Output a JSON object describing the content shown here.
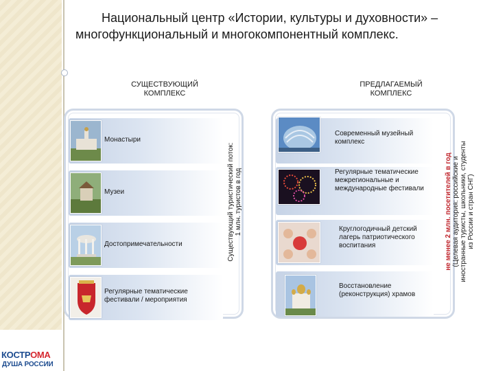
{
  "title": {
    "line1": "Национальный центр «Истории, культуры и духовности» –",
    "line2": "многофункциональный и многокомпонентный комплекс."
  },
  "left": {
    "heading": "СУЩЕСТВУЮЩИЙ КОМПЛЕКС",
    "items": [
      {
        "label": "Монастыри",
        "icon": "monastery-photo"
      },
      {
        "label": "Музеи",
        "icon": "museum-photo"
      },
      {
        "label": "Достопримечательности",
        "icon": "rotunda-photo"
      },
      {
        "label": "Регулярные тематические фестивали / мероприятия",
        "icon": "coat-of-arms-image"
      }
    ],
    "side_note": {
      "line1": "Существующий туристический поток:",
      "line2": "1 млн. туристов в год"
    }
  },
  "right": {
    "heading": "ПРЕДЛАГАЕМЫЙ КОМПЛЕКС",
    "items": [
      {
        "label": "Современный музейный комплекс",
        "icon": "modern-building-photo"
      },
      {
        "label": "Регулярные тематические межрегиональные и международные фестивали",
        "icon": "fireworks-photo"
      },
      {
        "label": "Круглогодичный детский лагерь патриотического воспитания",
        "icon": "children-photo"
      },
      {
        "label": "Восстановление (реконструкция) храмов",
        "icon": "church-photo"
      }
    ],
    "side_note": {
      "highlight": "не менее 2 млн. посетителей в год",
      "line2": "(Целевая аудитория: российские и",
      "line3": "иностранные туристы, школьники, студенты",
      "line4": "из России и стран СНГ)"
    }
  },
  "logo": {
    "word1a": "КОСТР",
    "word1b": "ОМА",
    "word2": "ДУША РОССИИ"
  },
  "colors": {
    "panel_border": "#cfd8e6",
    "row_gradient_start": "#c6d3e6",
    "highlight": "#c0262d",
    "logo_blue": "#1c4b8f",
    "logo_red": "#d6282f"
  }
}
